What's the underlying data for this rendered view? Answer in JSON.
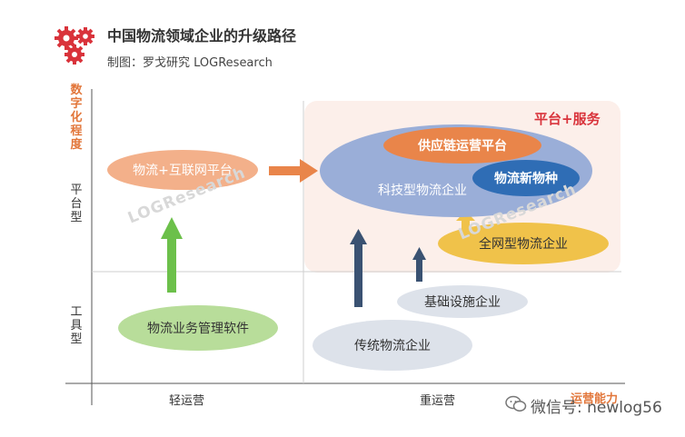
{
  "header": {
    "title": "中国物流领域企业的升级路径",
    "subtitle": "制图：罗戈研究 LOGResearch"
  },
  "axes": {
    "y_title": "数字化程度",
    "y_top_label": "平台型",
    "y_bottom_label": "工具型",
    "x_title": "运营能力",
    "x_left_label": "轻运营",
    "x_right_label": "重运营"
  },
  "region": {
    "label": "平台+服务",
    "color": "#fcefea",
    "label_color": "#d9333b"
  },
  "nodes": {
    "internet_platform": "物流+互联网平台",
    "logistics_software": "物流业务管理软件",
    "tech_logistics": "科技型物流企业",
    "supply_chain_platform": "供应链运营平台",
    "new_species": "物流新物种",
    "network_logistics": "全网型物流企业",
    "infrastructure": "基础设施企业",
    "traditional": "传统物流企业"
  },
  "colors": {
    "orange": "#e9854a",
    "green": "#6cc04a",
    "blue_grey": "#9aaed8",
    "dark_blue": "#2f6db5",
    "yellow": "#f0c24a",
    "navy": "#3a5272",
    "light_grey": "#dde2ea"
  },
  "watermark": "LOGResearch",
  "footer": {
    "wechat": "微信号: newlog56"
  }
}
